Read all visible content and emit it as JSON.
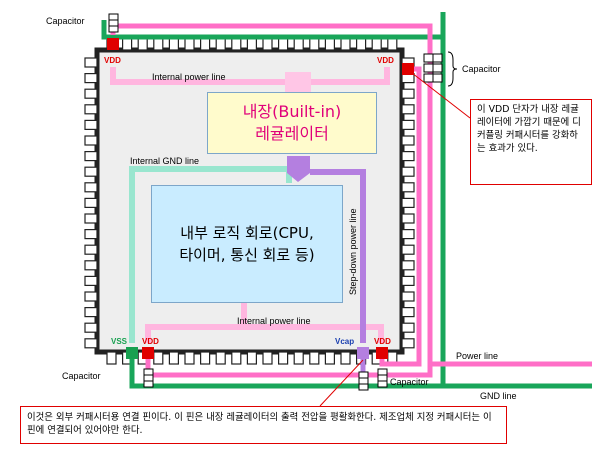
{
  "labels": {
    "capacitor_top_left": "Capacitor",
    "capacitor_right": "Capacitor",
    "capacitor_bottom_left": "Capacitor",
    "capacitor_bottom_right": "Capacitor",
    "internal_power_line_top": "Internal power line",
    "internal_gnd_line": "Internal GND line",
    "step_down_power_line": "Step-down power line",
    "internal_power_line_bottom": "Internal power line",
    "power_line": "Power line",
    "gnd_line": "GND line"
  },
  "pins": {
    "vdd_top_left": "VDD",
    "vdd_top_right": "VDD",
    "vss": "VSS",
    "vdd_bottom_left": "VDD",
    "vcap": "Vcap",
    "vdd_bottom_right": "VDD"
  },
  "regulator": {
    "line1": "내장(Built-in)",
    "line2": "레귤레이터"
  },
  "logic": {
    "line1": "내부 로직 회로(CPU,",
    "line2": "타이머, 통신 회로 등)"
  },
  "notes": {
    "right": "이 VDD 단자가 내장 레귤레이터에 가깝기 때문에 디커플링 커패시터를 강화하는 효과가 있다.",
    "bottom": "이것은 외부 커패시터용 연결 핀이다. 이 핀은 내장 레귤레이터의 출력 전압을 평활화한다. 제조업체 지정 커패시터는 이 핀에 연결되어 있어야만 한다."
  },
  "colors": {
    "power": "#ff6fc7",
    "gnd": "#19a65a",
    "stepdown": "#b47fe0",
    "internal_gnd": "#99e6cf",
    "vdd_pin": "#e00000",
    "vss_pin": "#18a050",
    "vcap_pin": "#b47fe0",
    "note_border": "#e00000"
  }
}
